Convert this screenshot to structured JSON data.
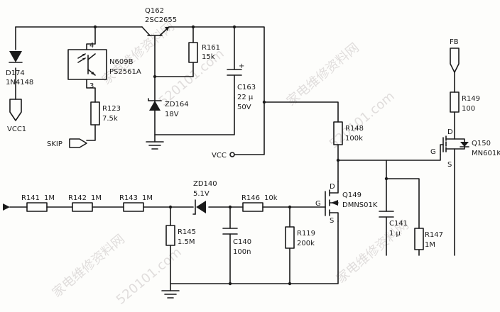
{
  "watermark": {
    "text_cn": "家电维修资料网",
    "text_url": "520101.com"
  },
  "components": {
    "q162": {
      "ref": "Q162",
      "part": "2SC2655"
    },
    "r161": {
      "ref": "R161",
      "value": "15k"
    },
    "zd164": {
      "ref": "ZD164",
      "value": "18V"
    },
    "c163": {
      "ref": "C163",
      "value": "22 μ",
      "voltage": "50V",
      "polarity": "+"
    },
    "d174": {
      "ref": "D174",
      "part": "1N4148"
    },
    "n609b": {
      "ref": "N609B",
      "part": "PS2561A",
      "pin_top": "4",
      "pin_bottom": "3"
    },
    "r123": {
      "ref": "R123",
      "value": "7.5k"
    },
    "r148": {
      "ref": "R148",
      "value": "100k"
    },
    "r149": {
      "ref": "R149",
      "value": "100"
    },
    "q150": {
      "ref": "Q150",
      "part": "MN601K",
      "pin_d": "D",
      "pin_g": "G",
      "pin_s": "S"
    },
    "q149": {
      "ref": "Q149",
      "part": "DMNS01K",
      "pin_d": "D",
      "pin_g": "G",
      "pin_s": "S"
    },
    "r141": {
      "ref": "R141",
      "value": "1M"
    },
    "r142": {
      "ref": "R142",
      "value": "1M"
    },
    "r143": {
      "ref": "R143",
      "value": "1M"
    },
    "zd140": {
      "ref": "ZD140",
      "value": "5.1V"
    },
    "r146": {
      "ref": "R146",
      "value": "10k"
    },
    "r145": {
      "ref": "R145",
      "value": "1.5M"
    },
    "c140": {
      "ref": "C140",
      "value": "100n"
    },
    "r119": {
      "ref": "R119",
      "value": "200k"
    },
    "c141": {
      "ref": "C141",
      "value": "1 μ"
    },
    "r147": {
      "ref": "R147",
      "value": "1M"
    }
  },
  "nets": {
    "vcc1": "VCC1",
    "skip": "SKIP",
    "vcc": "VCC",
    "fb": "FB"
  }
}
